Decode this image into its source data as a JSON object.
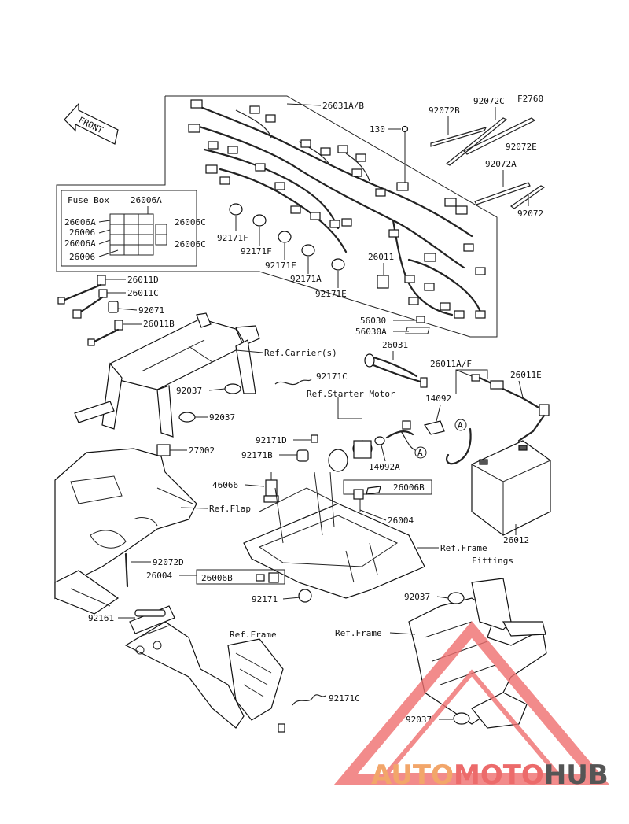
{
  "figure_code": "F2760",
  "front_label": "FRONT",
  "fuse_box": {
    "title": "Fuse Box",
    "labels_left": [
      "26006A",
      "26006",
      "26006A",
      "26006"
    ],
    "labels_top": "26006A",
    "labels_right": [
      "26006C",
      "26006C"
    ]
  },
  "callouts": {
    "c26031AB": "26031A/B",
    "c130": "130",
    "c92072B": "92072B",
    "c92072C": "92072C",
    "c92072E": "92072E",
    "c92072A": "92072A",
    "c92072": "92072",
    "c92171F_1": "92171F",
    "c92171F_2": "92171F",
    "c92171F_3": "92171F",
    "c92171A": "92171A",
    "c92171E": "92171E",
    "c26011": "26011",
    "c56030": "56030",
    "c56030A": "56030A",
    "c26011D": "26011D",
    "c26011C": "26011C",
    "c92071": "92071",
    "c26011B": "26011B",
    "refCarrier": "Ref.Carrier(s)",
    "c26031": "26031",
    "c92171C_1": "92171C",
    "refStarter": "Ref.Starter Motor",
    "c26011AF": "26011A/F",
    "c26011E": "26011E",
    "c92037_1": "92037",
    "c92037_2": "92037",
    "c14092": "14092",
    "c92171D": "92171D",
    "c92171B": "92171B",
    "c27002": "27002",
    "c14092A": "14092A",
    "c46066": "46066",
    "c26006B_1": "26006B",
    "refFlap": "Ref.Flap",
    "c26004_1": "26004",
    "c26012": "26012",
    "refFrameFittings_1": "Ref.Frame",
    "refFrameFittings_2": "Fittings",
    "c92072D": "92072D",
    "c26004_2": "26004",
    "c26006B_2": "26006B",
    "c92171": "92171",
    "c92037_3": "92037",
    "c92161": "92161",
    "refFrame_1": "Ref.Frame",
    "refFrame_2": "Ref.Frame",
    "c92171C_2": "92171C",
    "c92037_4": "92037",
    "markerA": "A"
  },
  "watermark": {
    "part1": "AUTO",
    "part2": "MOTO",
    "part3": "HUB"
  }
}
